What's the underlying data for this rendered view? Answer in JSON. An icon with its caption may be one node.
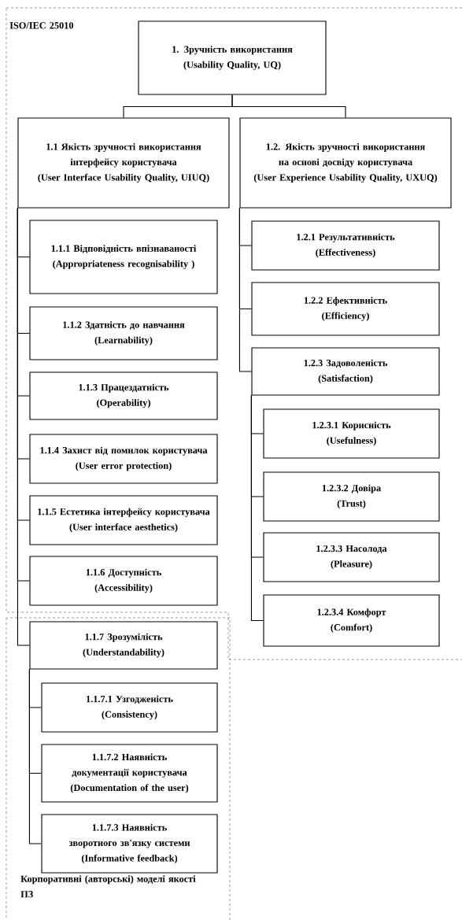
{
  "diagram": {
    "nodes": [
      {
        "text": [
          "ISO/IEC 25010"
        ]
      },
      {
        "text": [
          "1. Зручність використання",
          "(Usability Quality, UQ)"
        ],
        "in": 0
      },
      {
        "text": [
          "1.1 Якість зручності використання інтерфейсу користувача",
          "(User Interface Usability Quality, UIUQ)"
        ],
        "in": 0
      },
      {
        "text": [
          "1.2. Якість зручності використання на основі досвіду користувача",
          "(User Experience Usability Quality, UXUQ)"
        ],
        "in": 0
      },
      {
        "text": [
          "1.1.1 Відповідність впізнаваності",
          "(Appropriateness recognisability )"
        ],
        "in": 0
      },
      {
        "text": [
          "1.1.2 Здатність до навчання",
          "(Learnability)"
        ],
        "in": 0
      },
      {
        "text": [
          "1.1.3 Працездатність",
          "(Operability)"
        ],
        "in": 0
      },
      {
        "text": [
          "1.1.4 Захист від помилок користувача",
          "(User error protection)"
        ],
        "in": 0
      },
      {
        "text": [
          "1.1.5 Естетика інтерфейсу користувача",
          "(User interface aesthetics)"
        ],
        "in": 0
      },
      {
        "text": [
          "1.1.6 Доступність",
          "(Accessibility)"
        ],
        "in": 0
      },
      {
        "text": [
          "1.2.1 Результативність",
          "(Effectiveness)"
        ],
        "in": 0
      },
      {
        "text": [
          "1.2.2 Ефективність",
          "(Efficiency)"
        ],
        "in": 0
      },
      {
        "text": [
          "1.2.3 Задоволеність",
          "(Satisfaction)"
        ],
        "in": 0
      },
      {
        "text": [
          "1.2.3.1 Корисність",
          "(Usefulness)"
        ],
        "in": 0
      },
      {
        "text": [
          "1.2.3.2 Довіра",
          "(Trust)"
        ],
        "in": 0
      },
      {
        "text": [
          "1.2.3.3 Насолода",
          "(Pleasure)"
        ],
        "in": 0
      },
      {
        "text": [
          "1.2.3.4 Комфорт",
          "(Comfort)"
        ],
        "in": 0
      },
      {
        "text": [
          "Корпоративні (авторські) моделі якості ПЗ"
        ]
      },
      {
        "text": [
          "1.1.7 Зрозумілість",
          "(Understandability)"
        ],
        "in": 17
      },
      {
        "text": [
          "1.1.7.1 Узгодженість",
          "(Consistency)"
        ],
        "in": 17
      },
      {
        "text": [
          "1.1.7.2 Наявність документації користувача",
          "(Documentation of the user)"
        ],
        "in": 17
      },
      {
        "text": [
          "1.1.7.3 Наявність зворотного зв'язку системи",
          "(Informative feedback)"
        ],
        "in": 17
      }
    ],
    "edges": [
      {
        "from": 1,
        "to": 2,
        "arrow": "none"
      },
      {
        "from": 1,
        "to": 3,
        "arrow": "none"
      },
      {
        "from": 2,
        "to": 4,
        "arrow": "none"
      },
      {
        "from": 2,
        "to": 5,
        "arrow": "none"
      },
      {
        "from": 2,
        "to": 6,
        "arrow": "none"
      },
      {
        "from": 2,
        "to": 7,
        "arrow": "none"
      },
      {
        "from": 2,
        "to": 8,
        "arrow": "none"
      },
      {
        "from": 2,
        "to": 9,
        "arrow": "none"
      },
      {
        "from": 2,
        "to": 18,
        "arrow": "none"
      },
      {
        "from": 3,
        "to": 10,
        "arrow": "none"
      },
      {
        "from": 3,
        "to": 11,
        "arrow": "none"
      },
      {
        "from": 3,
        "to": 12,
        "arrow": "none"
      },
      {
        "from": 12,
        "to": 13,
        "arrow": "none"
      },
      {
        "from": 12,
        "to": 14,
        "arrow": "none"
      },
      {
        "from": 12,
        "to": 15,
        "arrow": "none"
      },
      {
        "from": 12,
        "to": 16,
        "arrow": "none"
      },
      {
        "from": 18,
        "to": 19,
        "arrow": "none"
      },
      {
        "from": 18,
        "to": 20,
        "arrow": "none"
      },
      {
        "from": 18,
        "to": 21,
        "arrow": "none"
      }
    ]
  }
}
